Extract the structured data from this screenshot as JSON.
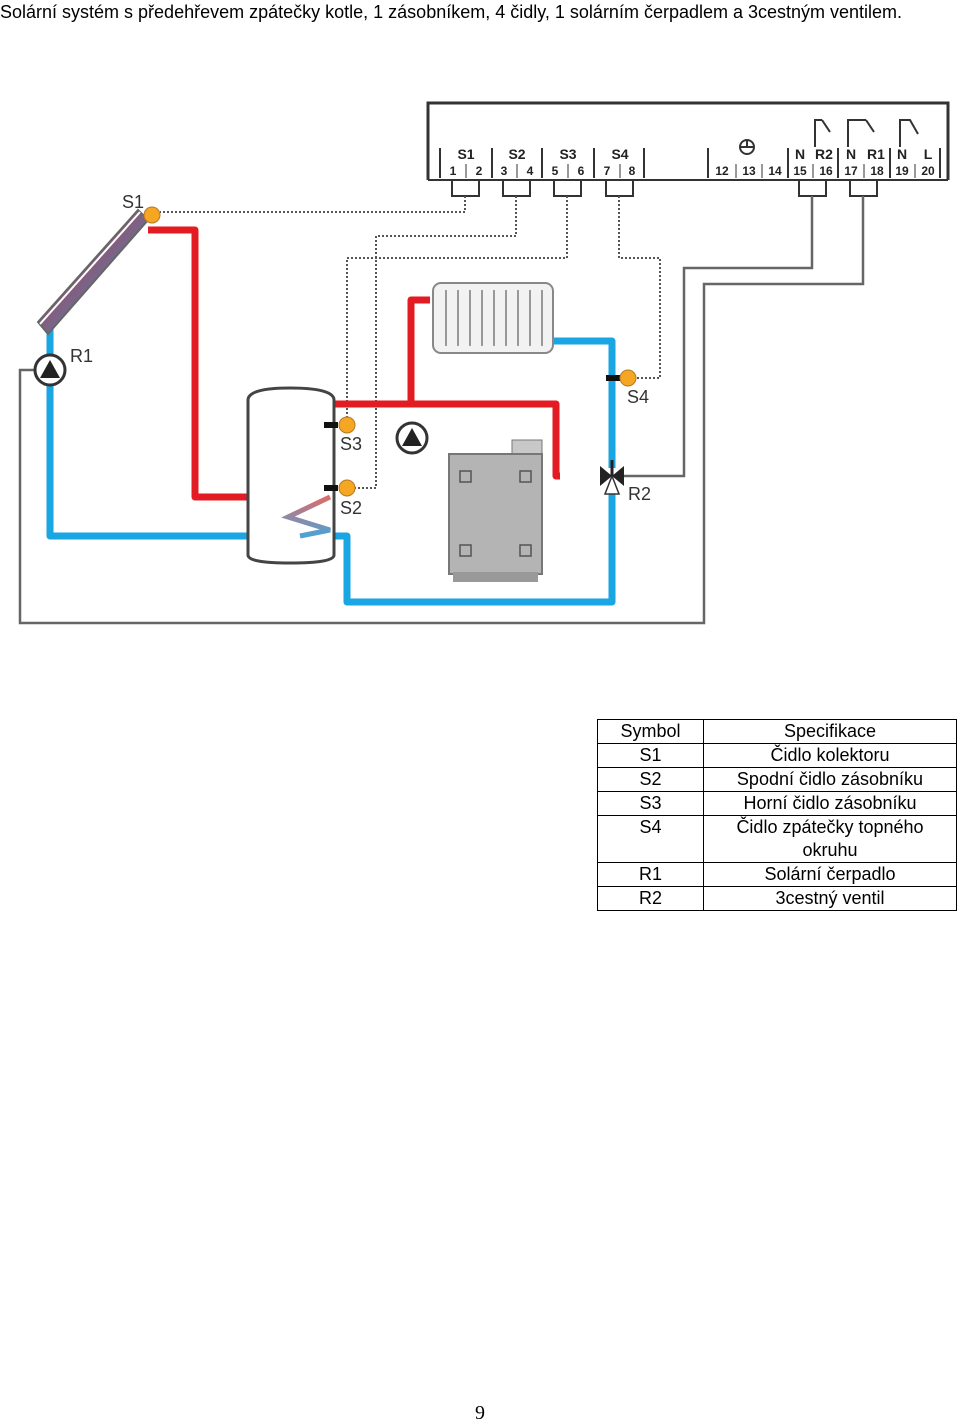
{
  "caption": "Solární systém s předehřevem zpátečky kotle, 1 zásobníkem, 4 čidly, 1 solárním čerpadlem a 3cestným ventilem.",
  "terminal_groups": [
    "S1",
    "S2",
    "S3",
    "S4",
    "N",
    "R2",
    "N",
    "R1",
    "N",
    "L"
  ],
  "terminal_numbers": [
    "1",
    "2",
    "3",
    "4",
    "5",
    "6",
    "7",
    "8",
    "12",
    "13",
    "14",
    "15",
    "16",
    "17",
    "18",
    "19",
    "20"
  ],
  "diagram_labels": {
    "s1": "S1",
    "r1": "R1",
    "s2": "S2",
    "s3": "S3",
    "s4": "S4",
    "r2": "R2"
  },
  "colors": {
    "hot": "#e31b23",
    "cold": "#1aa6e2",
    "wire": "#505050",
    "sensor": "#f5a623"
  },
  "legend": {
    "header_symbol": "Symbol",
    "header_spec": "Specifikace",
    "rows": [
      {
        "symbol": "S1",
        "spec": "Čidlo kolektoru"
      },
      {
        "symbol": "S2",
        "spec": "Spodní čidlo zásobníku"
      },
      {
        "symbol": "S3",
        "spec": "Horní čidlo zásobníku"
      },
      {
        "symbol": "S4",
        "spec": "Čidlo zpátečky topného okruhu"
      },
      {
        "symbol": "R1",
        "spec": "Solární čerpadlo"
      },
      {
        "symbol": "R2",
        "spec": "3cestný ventil"
      }
    ]
  },
  "page_number": "9"
}
